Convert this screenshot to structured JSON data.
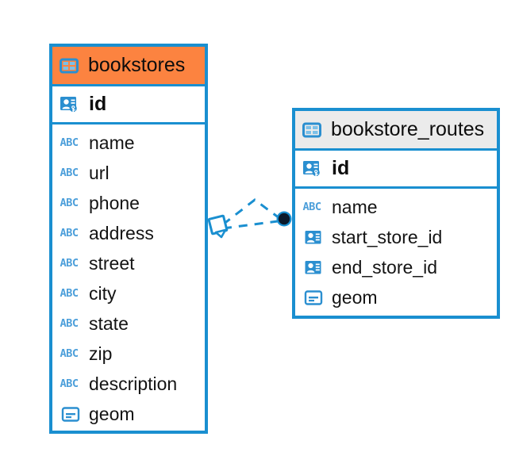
{
  "diagram": {
    "type": "entity-relationship-diagram",
    "accent_color": "#1a8fd0",
    "header_highlight_color": "#fc8340",
    "header_default_color": "#ebebeb",
    "background_color": "#ffffff"
  },
  "entities": [
    {
      "name": "bookstores",
      "header_style": "highlighted",
      "table_icon": "table-icon",
      "primary_key": {
        "label": "id",
        "icon": "primary-key-icon"
      },
      "fields": [
        {
          "label": "name",
          "icon": "abc-text-icon",
          "icon_text": "ABC"
        },
        {
          "label": "url",
          "icon": "abc-text-icon",
          "icon_text": "ABC"
        },
        {
          "label": "phone",
          "icon": "abc-text-icon",
          "icon_text": "ABC"
        },
        {
          "label": "address",
          "icon": "abc-text-icon",
          "icon_text": "ABC"
        },
        {
          "label": "street",
          "icon": "abc-text-icon",
          "icon_text": "ABC"
        },
        {
          "label": "city",
          "icon": "abc-text-icon",
          "icon_text": "ABC"
        },
        {
          "label": "state",
          "icon": "abc-text-icon",
          "icon_text": "ABC"
        },
        {
          "label": "zip",
          "icon": "abc-text-icon",
          "icon_text": "ABC"
        },
        {
          "label": "description",
          "icon": "abc-text-icon",
          "icon_text": "ABC"
        },
        {
          "label": "geom",
          "icon": "geometry-icon",
          "icon_text": ""
        }
      ]
    },
    {
      "name": "bookstore_routes",
      "header_style": "default",
      "table_icon": "table-icon",
      "primary_key": {
        "label": "id",
        "icon": "primary-key-icon"
      },
      "fields": [
        {
          "label": "name",
          "icon": "abc-text-icon",
          "icon_text": "ABC"
        },
        {
          "label": "start_store_id",
          "icon": "foreign-key-icon",
          "icon_text": ""
        },
        {
          "label": "end_store_id",
          "icon": "foreign-key-icon",
          "icon_text": ""
        },
        {
          "label": "geom",
          "icon": "geometry-icon",
          "icon_text": ""
        }
      ]
    }
  ],
  "relationship": {
    "from_entity": "bookstores",
    "to_entity": "bookstore_routes",
    "line_style": "dashed",
    "line_color": "#1a8fd0",
    "source_marker": "rotated-square-marker",
    "target_marker": "filled-circle-marker",
    "target_marker_color": "#0b1a2b"
  }
}
